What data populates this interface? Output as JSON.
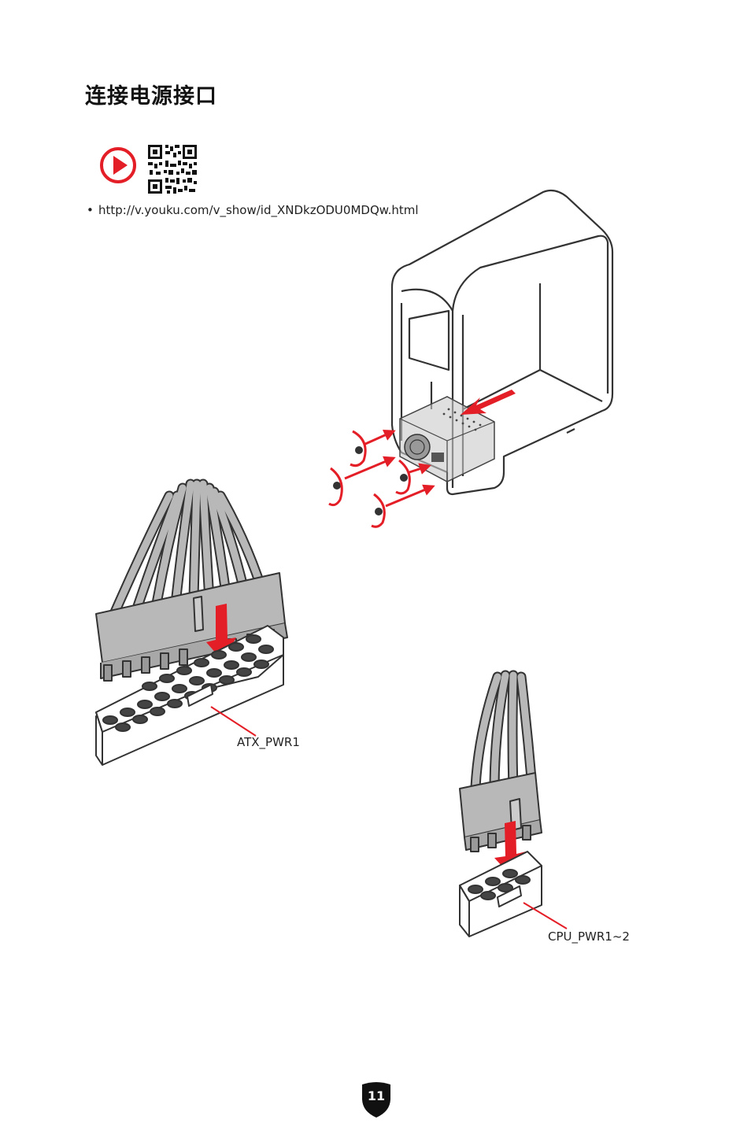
{
  "page": {
    "title": "连接电源接口",
    "video_url": "http://v.youku.com/v_show/id_XNDkzODU0MDQw.html",
    "page_number": "11"
  },
  "labels": {
    "atx": "ATX_PWR1",
    "cpu": "CPU_PWR1~2"
  },
  "icons": {
    "play": "play-icon",
    "qr": "qr-code-icon"
  },
  "colors": {
    "accent": "#e41e26",
    "line": "#333333",
    "connector_fill": "#b8b8b8"
  }
}
